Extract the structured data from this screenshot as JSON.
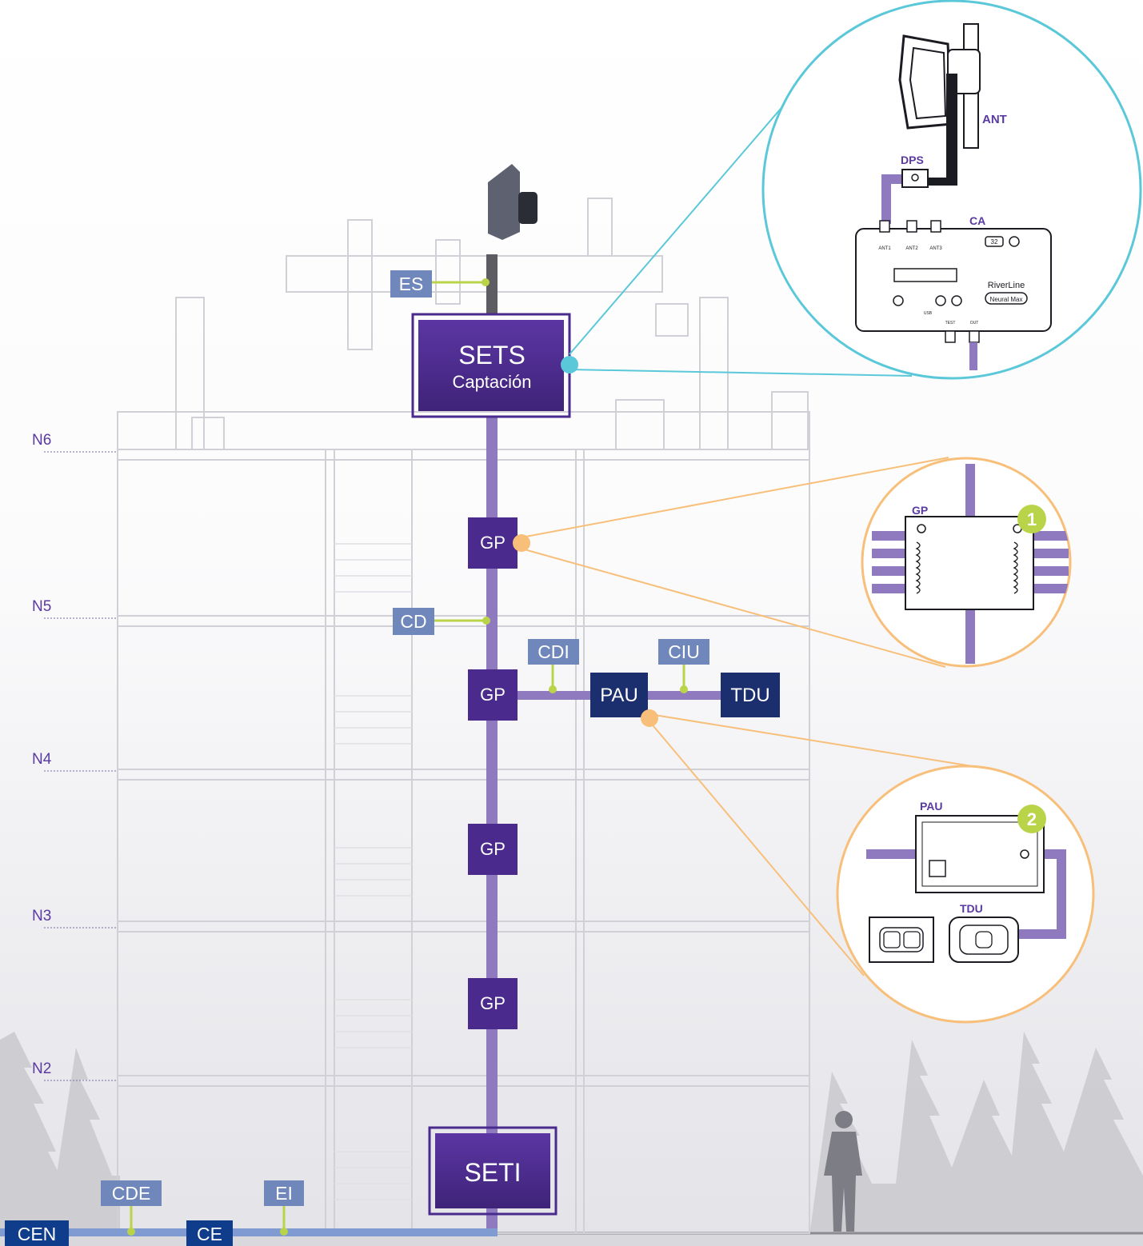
{
  "colors": {
    "purple_dark": "#4a2a8c",
    "purple_mid": "#5b36a3",
    "purple_line": "#8f7ac0",
    "navy": "#1b2f6e",
    "steel_blue": "#6f87bb",
    "blue_line": "#7f9bd1",
    "cyan": "#5bc8d9",
    "orange": "#f7bf79",
    "lime": "#bad44a",
    "text_purple": "#5a3aa0"
  },
  "levels": [
    "N6",
    "N5",
    "N4",
    "N3",
    "N2"
  ],
  "sets": {
    "title": "SETS",
    "subtitle": "Captación"
  },
  "seti": {
    "title": "SETI"
  },
  "tags": {
    "es": "ES",
    "cd": "CD",
    "cdi": "CDI",
    "ciu": "CIU",
    "cde": "CDE",
    "ei": "EI",
    "cen": "CEN",
    "ce": "CE"
  },
  "boxes": {
    "gp": "GP",
    "pau": "PAU",
    "tdu": "TDU"
  },
  "detail_antenna": {
    "ant": "ANT",
    "dps": "DPS",
    "ca": "CA",
    "ports": [
      "ANT1",
      "ANT2",
      "ANT3"
    ],
    "brand": "RiverLine",
    "model": "Neural Max",
    "gain": "32",
    "usb": "USB",
    "test": "TEST",
    "out": "OUT"
  },
  "detail_gp": {
    "label": "GP",
    "badge": "1"
  },
  "detail_pau": {
    "label": "PAU",
    "tdu_label": "TDU",
    "badge": "2"
  }
}
